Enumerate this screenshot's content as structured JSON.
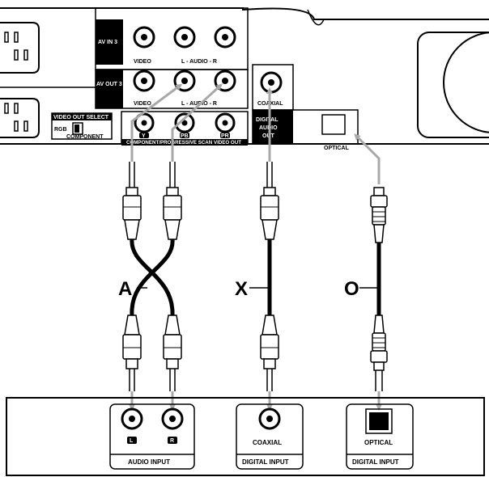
{
  "unit": {
    "av_in_label": "AV IN 3",
    "av_out_label": "AV OUT 3",
    "video_label": "VIDEO",
    "audio_lr_label": "L - AUDIO - R",
    "video_out_select_label": "VIDEO OUT SELECT",
    "rgb_label": "RGB",
    "component_label": "COMPONENT",
    "component_jack_labels": [
      "Y",
      "PB",
      "PR"
    ],
    "component_scan_label": "COMPONENT/PROGRESSIVE SCAN VIDEO OUT",
    "coaxial_label": "COAXIAL",
    "digital_audio_out_lines": [
      "DIGITAL",
      "AUDIO",
      "OUT"
    ],
    "optical_label": "OPTICAL"
  },
  "cables": {
    "a_label": "A",
    "x_label": "X",
    "o_label": "O"
  },
  "receiver": {
    "left_jack_badge": "L",
    "right_jack_badge": "R",
    "audio_input_label": "AUDIO INPUT",
    "coaxial_label": "COAXIAL",
    "digital_input_coax_label": "DIGITAL INPUT",
    "optical_label": "OPTICAL",
    "digital_input_optical_label": "DIGITAL INPUT"
  },
  "colors": {
    "line": "#000000",
    "arrow_gray": "#a8a8a8",
    "fill_black": "#000000"
  }
}
